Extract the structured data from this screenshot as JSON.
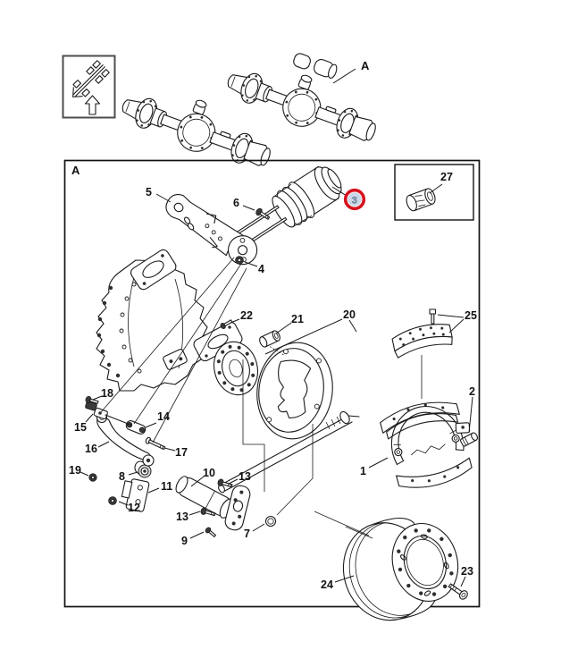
{
  "document": {
    "type": "exploded-parts-diagram",
    "subject": "Tandem rear drive axle with brake, camshaft bracket and slack adjuster components"
  },
  "overview": {
    "assembly_callout": "A"
  },
  "detail_view": {
    "frame_callout": "A",
    "inset": {
      "callout": "27"
    },
    "highlighted_callout": {
      "label": "3",
      "ring_color": "#d6131f",
      "halo_color": "#c9d7e6",
      "text_color": "#7d8da3"
    },
    "callouts": {
      "p1": "1",
      "p2": "2",
      "p4": "4",
      "p5": "5",
      "p6": "6",
      "p7": "7",
      "p8": "8",
      "p9": "9",
      "p10": "10",
      "p11": "11",
      "p12": "12",
      "p13a": "13",
      "p13b": "13",
      "p14": "14",
      "p15": "15",
      "p16": "16",
      "p17": "17",
      "p18": "18",
      "p19": "19",
      "p20": "20",
      "p21": "21",
      "p22": "22",
      "p23": "23",
      "p24": "24",
      "p25": "25"
    }
  },
  "colors": {
    "ink": "#1b1b1b",
    "paper": "#ffffff",
    "highlight_ring": "#d6131f"
  }
}
